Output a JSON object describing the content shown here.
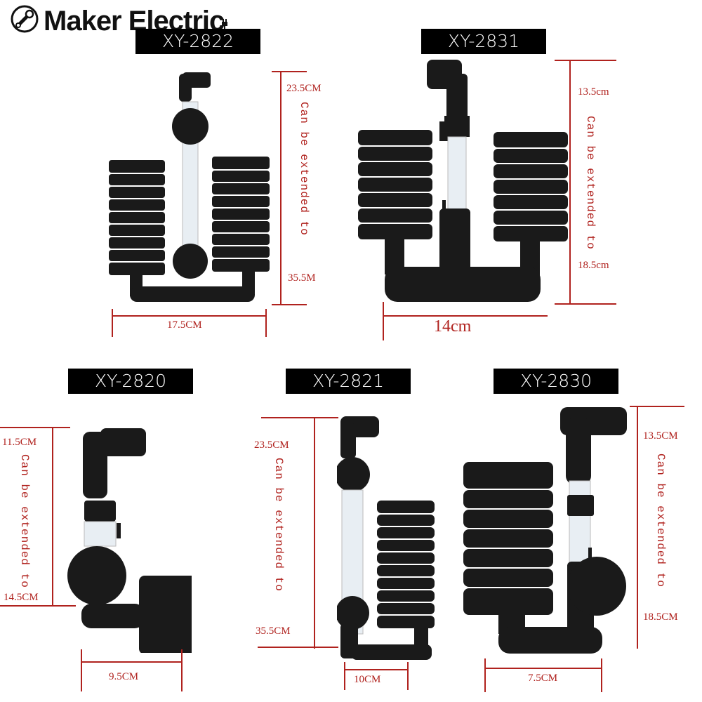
{
  "brand": {
    "name": "Maker Electric",
    "icon": "wrench-icon",
    "badge_icon": "plug-icon"
  },
  "accent_color": "#b0221e",
  "products": [
    {
      "model": "XY-2822",
      "height_min": "23.5CM",
      "extend_note": "Can be extended to",
      "height_max": "35.5M",
      "width": "17.5CM"
    },
    {
      "model": "XY-2831",
      "height_min": "13.5cm",
      "extend_note": "Can be extended to",
      "height_max": "18.5cm",
      "width": "14cm"
    },
    {
      "model": "XY-2820",
      "height_min": "11.5CM",
      "extend_note": "Can be extended to",
      "height_max": "14.5CM",
      "width": "9.5CM"
    },
    {
      "model": "XY-2821",
      "height_min": "23.5CM",
      "extend_note": "Can be extended to",
      "height_max": "35.5CM",
      "width": "10CM"
    },
    {
      "model": "XY-2830",
      "height_min": "13.5CM",
      "extend_note": "Can be extended to",
      "height_max": "18.5CM",
      "width": "7.5CM"
    }
  ]
}
